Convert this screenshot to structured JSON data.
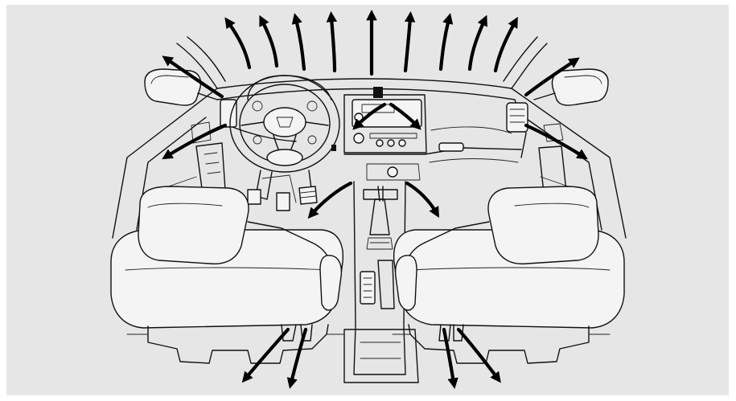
{
  "figure": {
    "subject": "car-interior-airflow",
    "line_color": "#111111",
    "background_color": "#e6e6e6",
    "page_color": "#ffffff"
  },
  "arrow_groups": [
    {
      "name": "windshield-defrost",
      "count": 9
    },
    {
      "name": "side-window-defog",
      "count": 4
    },
    {
      "name": "center-dash-vents",
      "count": 2
    },
    {
      "name": "floor-vents",
      "count": 2
    },
    {
      "name": "rear-floor-vents",
      "count": 4
    }
  ]
}
